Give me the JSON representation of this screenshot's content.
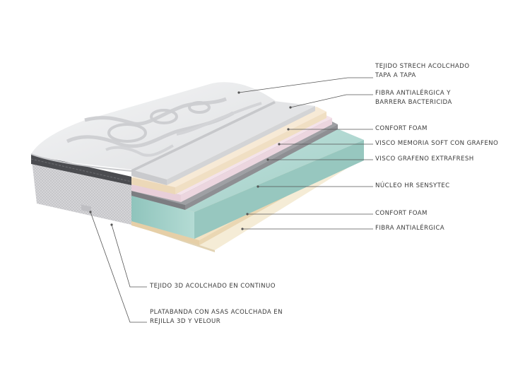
{
  "diagram": {
    "layers": [
      {
        "id": "tejido-strech",
        "lines": [
          "TEJIDO STRECH ACOLCHADO",
          "TAPA A TAPA"
        ]
      },
      {
        "id": "fibra-barrera",
        "lines": [
          "FIBRA ANTIALÉRGICA Y",
          "BARRERA BACTERICIDA"
        ]
      },
      {
        "id": "confort-foam-top",
        "lines": [
          "CONFORT FOAM"
        ]
      },
      {
        "id": "visco-memoria",
        "lines": [
          "VISCO MEMORIA SOFT CON GRAFENO"
        ]
      },
      {
        "id": "visco-grafeno",
        "lines": [
          "VISCO GRAFENO EXTRAFRESH"
        ]
      },
      {
        "id": "nucleo-hr",
        "lines": [
          "NÚCLEO HR SENSYTEC"
        ]
      },
      {
        "id": "confort-foam-bottom",
        "lines": [
          "CONFORT FOAM"
        ]
      },
      {
        "id": "fibra-antialergica",
        "lines": [
          "FIBRA ANTIALÉRGICA"
        ]
      }
    ],
    "side_labels": [
      {
        "id": "tejido-3d",
        "lines": [
          "TEJIDO 3D ACOLCHADO EN CONTINUO"
        ]
      },
      {
        "id": "platabanda",
        "lines": [
          "PLATABANDA CON ASAS ACOLCHADA EN",
          "REJILLA 3D Y VELOUR"
        ]
      }
    ],
    "colors": {
      "fabric": "#e9eaeb",
      "fabric_shadow": "#c9cbcd",
      "side_panel": "#d4d4d6",
      "side_band": "#4a4b4f",
      "gray_layer": "#d6d7d9",
      "confort_foam": "#f3e6d2",
      "visco_pink": "#efd9e1",
      "visco_dark": "#8d8e92",
      "core_green": "#a9d3cc",
      "bottom_beige": "#f1e3c6",
      "leader_line": "#555555",
      "text": "#3a3a3a"
    }
  }
}
